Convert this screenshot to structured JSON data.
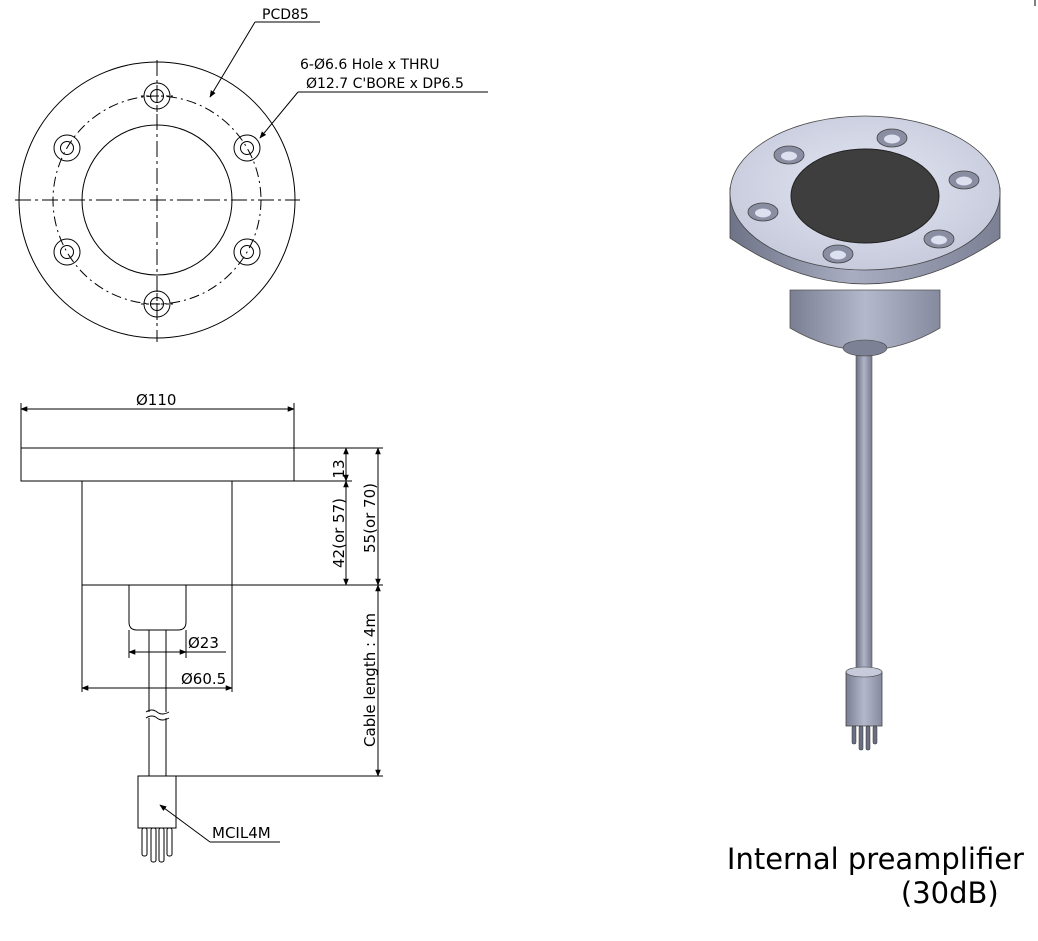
{
  "drawing": {
    "top_view": {
      "pcd_label": "PCD85",
      "hole_spec_line1": "6-Ø6.6 Hole x THRU",
      "hole_spec_line2": "Ø12.7 C'BORE x DP6.5"
    },
    "side_view": {
      "flange_dia": "Ø110",
      "body_dia": "Ø60.5",
      "stem_dia": "Ø23",
      "flange_thickness": "13",
      "body_height": "42(or 57)",
      "total_height": "55(or 70)",
      "cable_length": "Cable length : 4m",
      "connector": "MCIL4M"
    }
  },
  "caption": {
    "line1": "Internal preamplifier",
    "line2": "(30dB)"
  },
  "colors": {
    "line": "#000000",
    "metal_light": "#d2d6e8",
    "metal_mid": "#a9adc2",
    "metal_dark": "#6f7387",
    "face_dark": "#3e3e3e"
  }
}
